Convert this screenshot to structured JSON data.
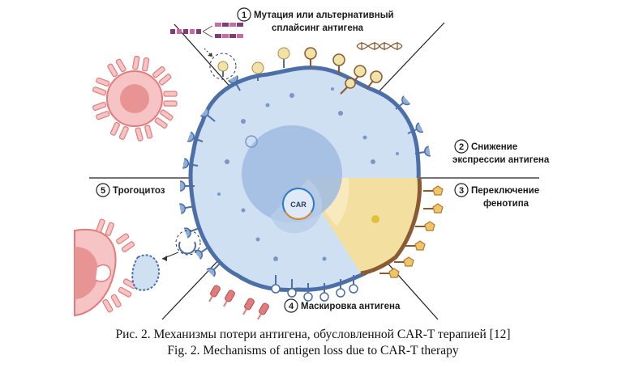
{
  "mechanisms": [
    {
      "number": "1",
      "lines": [
        "Мутация или альтернативный",
        "сплайсинг антигена"
      ]
    },
    {
      "number": "2",
      "lines": [
        "Снижение",
        "экспрессии антигена"
      ]
    },
    {
      "number": "3",
      "lines": [
        "Переключение",
        "фенотипа"
      ]
    },
    {
      "number": "4",
      "lines": [
        "Маскировка антигена"
      ]
    },
    {
      "number": "5",
      "lines": [
        "Трогоцитоз"
      ]
    }
  ],
  "center_label": "CAR",
  "caption": {
    "ru": "Рис. 2. Механизмы потери антигена, обусловленной CAR-T терапией [12]",
    "en": "Fig. 2. Mechanisms of antigen loss due to CAR-T therapy"
  },
  "colors": {
    "cell_fill": "#cfe0f3",
    "cell_outline": "#4d6fa8",
    "nucleus": "#9fbbe0",
    "antigen_blue": "#8eaed6",
    "antigen_mutant": "#f1e2a8",
    "antigen_brown": "#8a5a32",
    "phenotype_fill": "#f3dfa0",
    "car_t_red": "#e27c7c",
    "car_t_fill": "#f6c4c4",
    "pattern_purple": "#7d3c7a"
  },
  "icons": [
    "dna-icon",
    "car-t-cell-icon",
    "antigen-receptor-icon",
    "masking-antibody-icon"
  ]
}
